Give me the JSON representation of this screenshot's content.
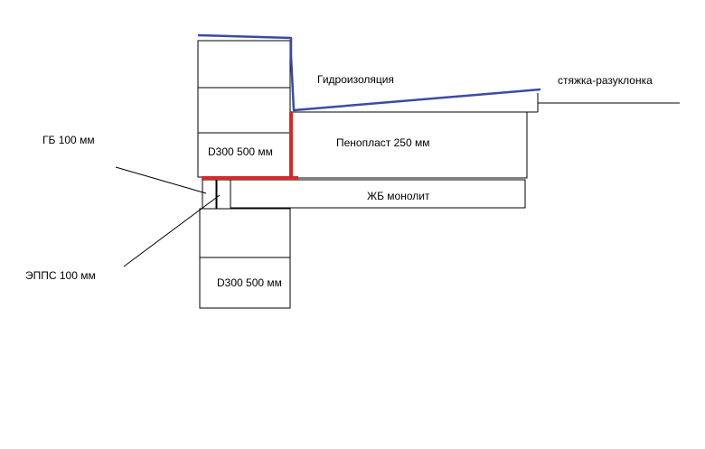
{
  "labels": {
    "waterproofing": "Гидроизоляция",
    "screed": "стяжка-разуклонка",
    "gb": "ГБ 100 мм",
    "foam": "Пенопласт 250 мм",
    "block_upper": "D300 500 мм",
    "slab": "ЖБ монолит",
    "epps": "ЭППС 100 мм",
    "block_lower": "D300 500 мм"
  },
  "colors": {
    "outline": "#000000",
    "waterproofing_blue": "#3c4aa3",
    "seal_red": "#d42a2a"
  }
}
